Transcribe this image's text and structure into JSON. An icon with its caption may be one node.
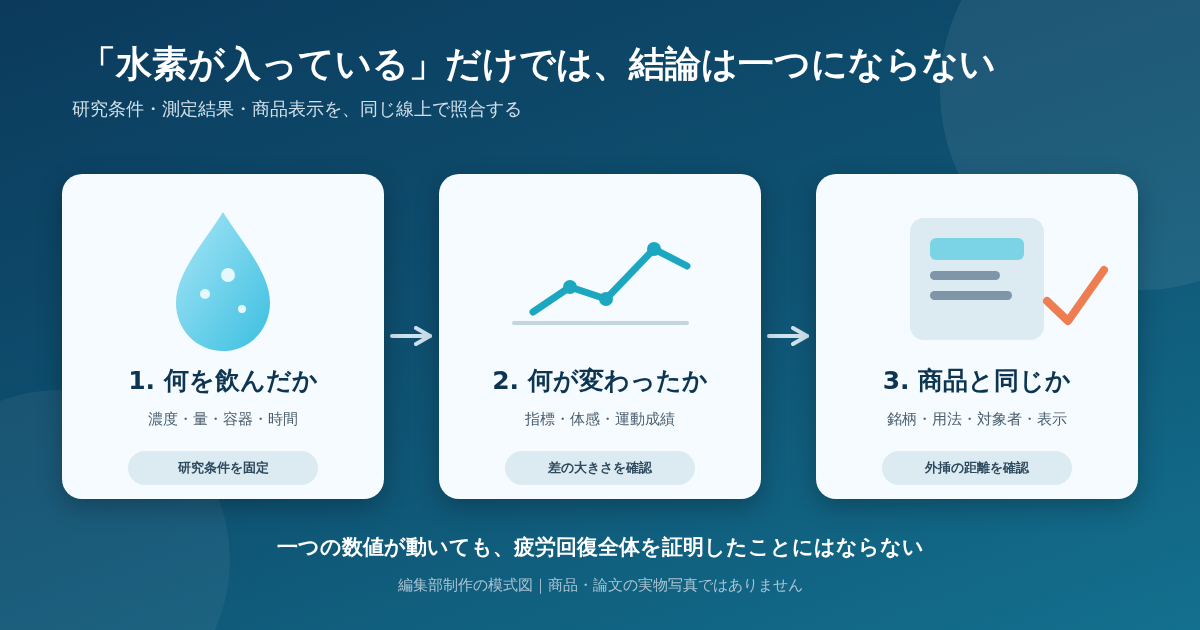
{
  "diagram": {
    "title": "「水素が入っている」だけでは、結論は一つにならない",
    "nodes": [
      {
        "text": [
          "1. 何を飲んだか",
          "濃度・量・容器・時間",
          "研究条件を固定"
        ]
      },
      {
        "text": [
          "2. 何が変わったか",
          "指標・体感・運動成績",
          "差の大きさを確認"
        ]
      },
      {
        "text": [
          "3. 商品と同じか",
          "銘柄・用法・対象者・表示",
          "外挿の距離を確認"
        ]
      }
    ],
    "edges": [
      {
        "from": 0,
        "to": 1,
        "arrow": "to"
      },
      {
        "from": 1,
        "to": 2,
        "arrow": "to"
      }
    ],
    "labels": [
      "研究条件・測定結果・商品表示を、同じ線上で照合する",
      "一つの数値が動いても、疲労回復全体を証明したことにはならない",
      "編集部制作の模式図｜商品・論文の実物写真ではありません"
    ]
  }
}
